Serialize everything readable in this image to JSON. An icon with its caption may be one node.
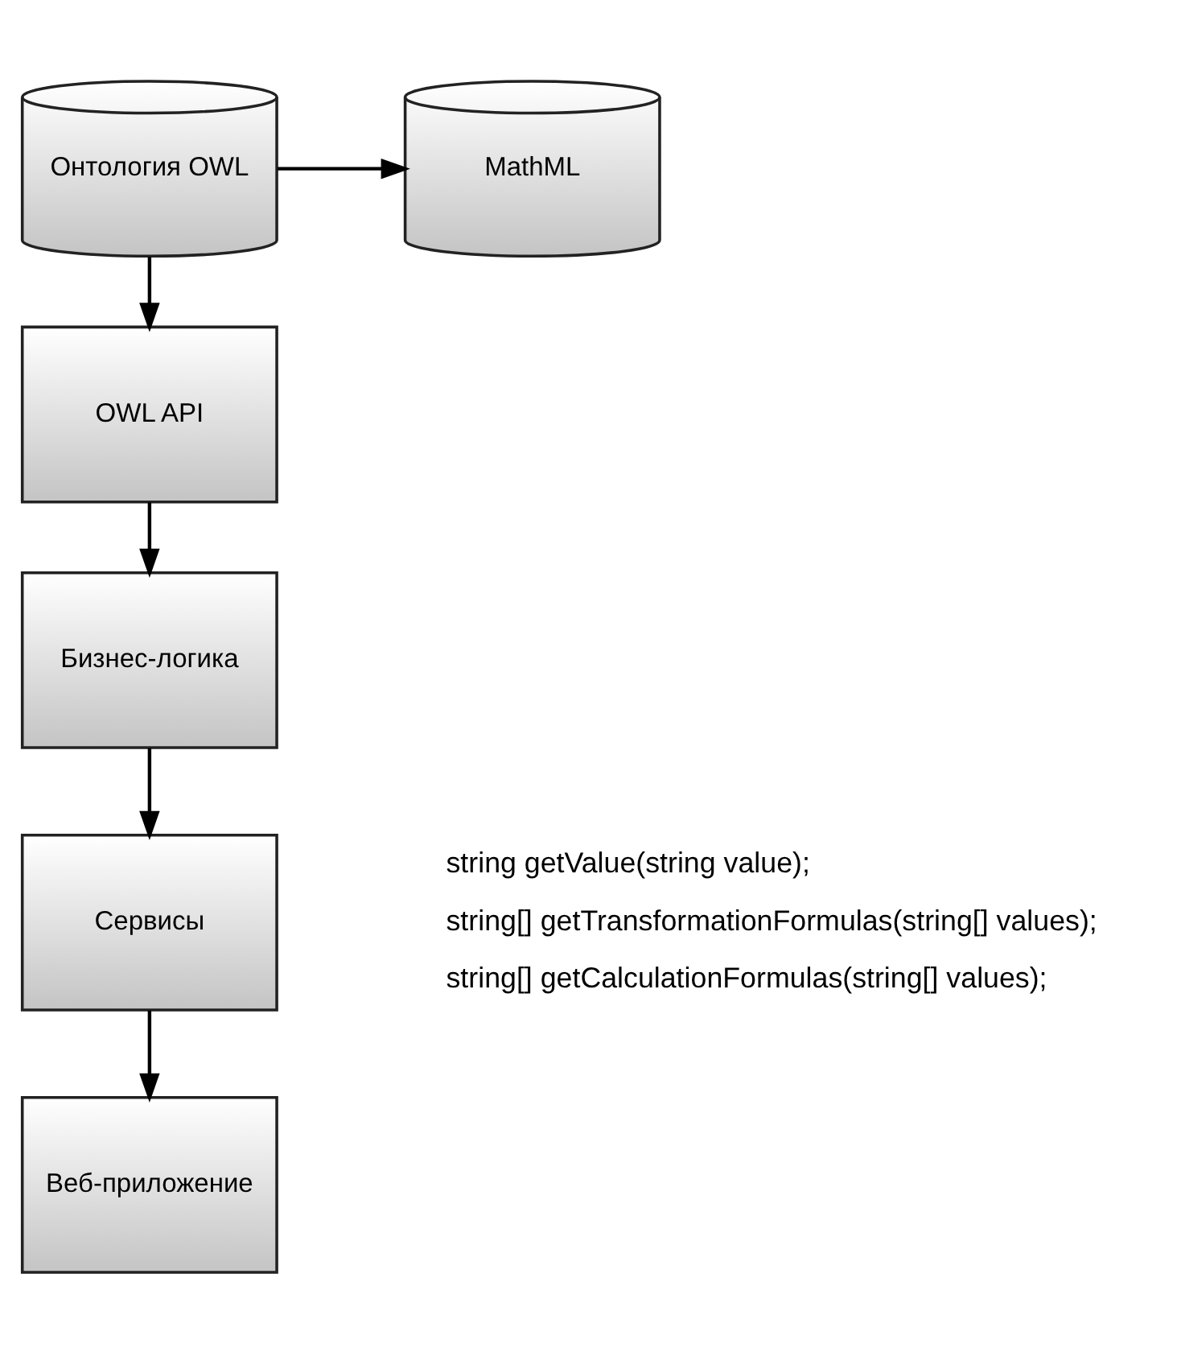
{
  "diagram": {
    "nodes": [
      {
        "text": [
          "Онтология OWL"
        ]
      },
      {
        "text": [
          "MathML"
        ]
      },
      {
        "text": [
          "OWL API"
        ]
      },
      {
        "text": [
          "Бизнес-логика"
        ]
      },
      {
        "text": [
          "Сервисы"
        ]
      },
      {
        "text": [
          "Веб-приложение"
        ]
      }
    ],
    "edges": [
      {
        "from": 0,
        "to": 1,
        "arrow": "to"
      },
      {
        "from": 0,
        "to": 2,
        "arrow": "to"
      },
      {
        "from": 2,
        "to": 3,
        "arrow": "to"
      },
      {
        "from": 3,
        "to": 4,
        "arrow": "to"
      },
      {
        "from": 4,
        "to": 5,
        "arrow": "to"
      }
    ],
    "labels": [
      "string getValue(string value);",
      "string[] getTransformationFormulas(string[] values);",
      "string[] getCalculationFormulas(string[] values);"
    ]
  }
}
